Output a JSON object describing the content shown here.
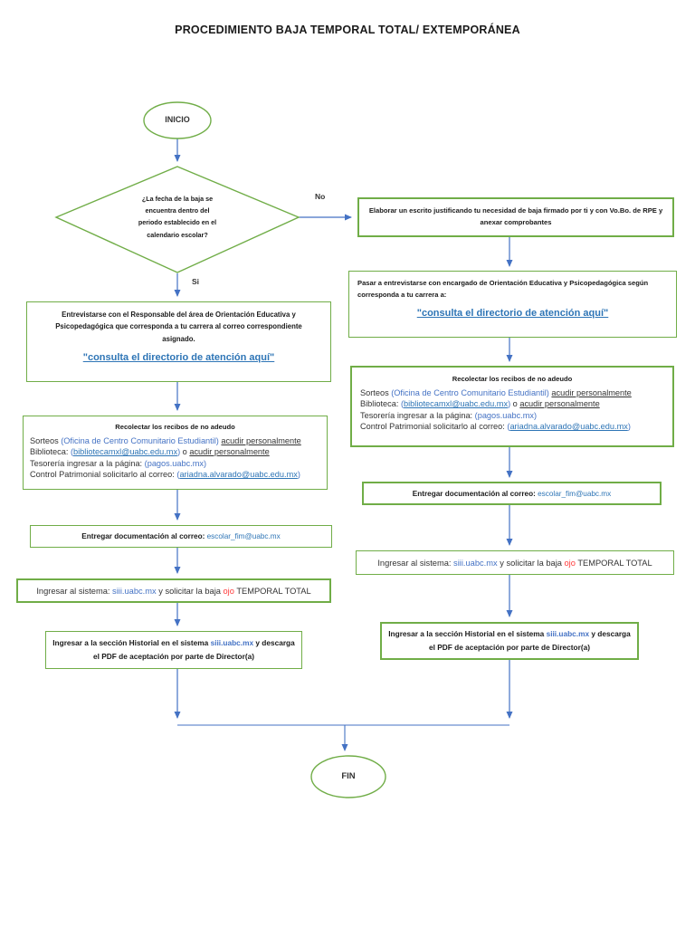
{
  "page": {
    "title": "PROCEDIMIENTO BAJA TEMPORAL TOTAL/ EXTEMPORÁNEA"
  },
  "colors": {
    "shape_green": "#70AD47",
    "arrow_blue": "#4472C4",
    "link_blue": "#2E75B6",
    "text_blue": "#4472C4",
    "alert_red": "#FF3B3B"
  },
  "terminals": {
    "start": "INICIO",
    "end": "FIN"
  },
  "decision": {
    "lines": [
      "¿La fecha de la baja se",
      "encuentra dentro del",
      "periodo establecido en el",
      "calendario escolar?"
    ],
    "no_label": "No",
    "yes_label": "Si"
  },
  "boxes": {
    "elaborar": "Elaborar un escrito justificando tu necesidad de baja firmado por ti y con Vo.Bo. de RPE y anexar comprobantes",
    "pasar_text": "Pasar a entrevistarse con encargado de Orientación Educativa y Psicopedagógica según corresponda a tu carrera a:",
    "entrevistarse_text": "Entrevistarse con el Responsable del área de Orientación Educativa y Psicopedagógica que corresponda a tu carrera al correo correspondiente asignado.",
    "directorio_link": "\"consulta el directorio de atención aquí\"",
    "recolectar": {
      "title": "Recolectar los recibos de no adeudo",
      "sorteos_pre": "Sorteos ",
      "sorteos_blue": "(Oficina de Centro Comunitario Estudiantil)",
      "sorteos_sep": " ",
      "acudir": "acudir personalmente",
      "biblio_pre": "Biblioteca: ",
      "paren_open": "(",
      "biblio_email": "bibliotecamxl@uabc.edu.mx",
      "paren_close": ")",
      "biblio_mid": " o ",
      "tesoreria_pre": "Tesorería ingresar a la página: ",
      "tesoreria_url": "(pagos.uabc.mx)",
      "patrimonial_pre": "Control Patrimonial solicitarlo al correo: ",
      "patrimonial_email": "ariadna.alvarado@uabc.edu.mx"
    },
    "entregar": {
      "label": "Entregar documentación al correo: ",
      "email": "escolar_fim@uabc.mx"
    },
    "sistema": {
      "pre": "Ingresar al sistema: ",
      "url": "siii.uabc.mx",
      "mid": " y solicitar la baja ",
      "alert": "ojo",
      "post": " TEMPORAL TOTAL"
    },
    "historial": {
      "pre": "Ingresar a la sección Historial en el sistema ",
      "url": "siii.uabc.mx",
      "post": " y descarga el PDF de aceptación por parte de Director(a)"
    }
  }
}
